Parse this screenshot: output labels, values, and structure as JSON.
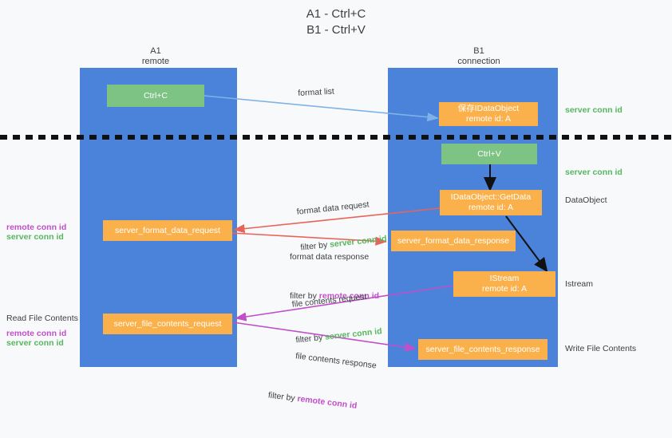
{
  "title": "A1 - Ctrl+C\nB1 - Ctrl+V",
  "columns": {
    "left": "A1\nremote",
    "right": "B1\nconnection"
  },
  "colors": {
    "panel": "#4a83d9",
    "green_box": "#7dc383",
    "orange_box": "#fbb14b",
    "server_conn": "#57b65f",
    "remote_conn": "#c14fc9",
    "blue_arrow": "#7fb3e8",
    "red_arrow": "#e8645a",
    "magenta_arrow": "#c14fc9",
    "black_arrow": "#000000",
    "background": "#f8f9fa"
  },
  "boxes": {
    "ctrl_c": "Ctrl+C",
    "ctrl_v": "Ctrl+V",
    "idataobject_store": {
      "line1": "保存IDataObject",
      "line2": "remote id: A"
    },
    "getdata": {
      "line1": "IDataObject::GetData",
      "line2": "remote id: A"
    },
    "istream": {
      "line1": "IStream",
      "line2": "remote id: A"
    },
    "server_format_data_request": "server_format_data_request",
    "server_format_data_response": "server_format_data_response",
    "server_file_contents_request": "server_file_contents_request",
    "server_file_contents_response": "server_file_contents_response"
  },
  "edge_labels": {
    "format_list": "format list",
    "format_data_request": {
      "line1": "format data request",
      "prefix": "filter by ",
      "conn": "server conn id"
    },
    "format_data_response": {
      "line1": "format data response",
      "prefix": "filter by ",
      "conn": "remote conn id"
    },
    "file_contents_request": {
      "line1": "file contents request",
      "prefix": "filter by ",
      "conn": "server conn id"
    },
    "file_contents_response": {
      "line1": "file contents response",
      "prefix": "filter by ",
      "conn": "remote conn id"
    }
  },
  "right_notes": {
    "server_conn_top": "server conn id",
    "server_conn_mid": "server conn id",
    "dataobject": "DataObject",
    "istream": "Istream",
    "write_file_contents": "Write File Contents"
  },
  "left_notes": {
    "remote_conn_1": "remote conn id",
    "server_conn_1": "server conn id",
    "read_file_contents": "Read File Contents",
    "remote_conn_2": "remote conn id",
    "server_conn_2": "server conn id"
  }
}
